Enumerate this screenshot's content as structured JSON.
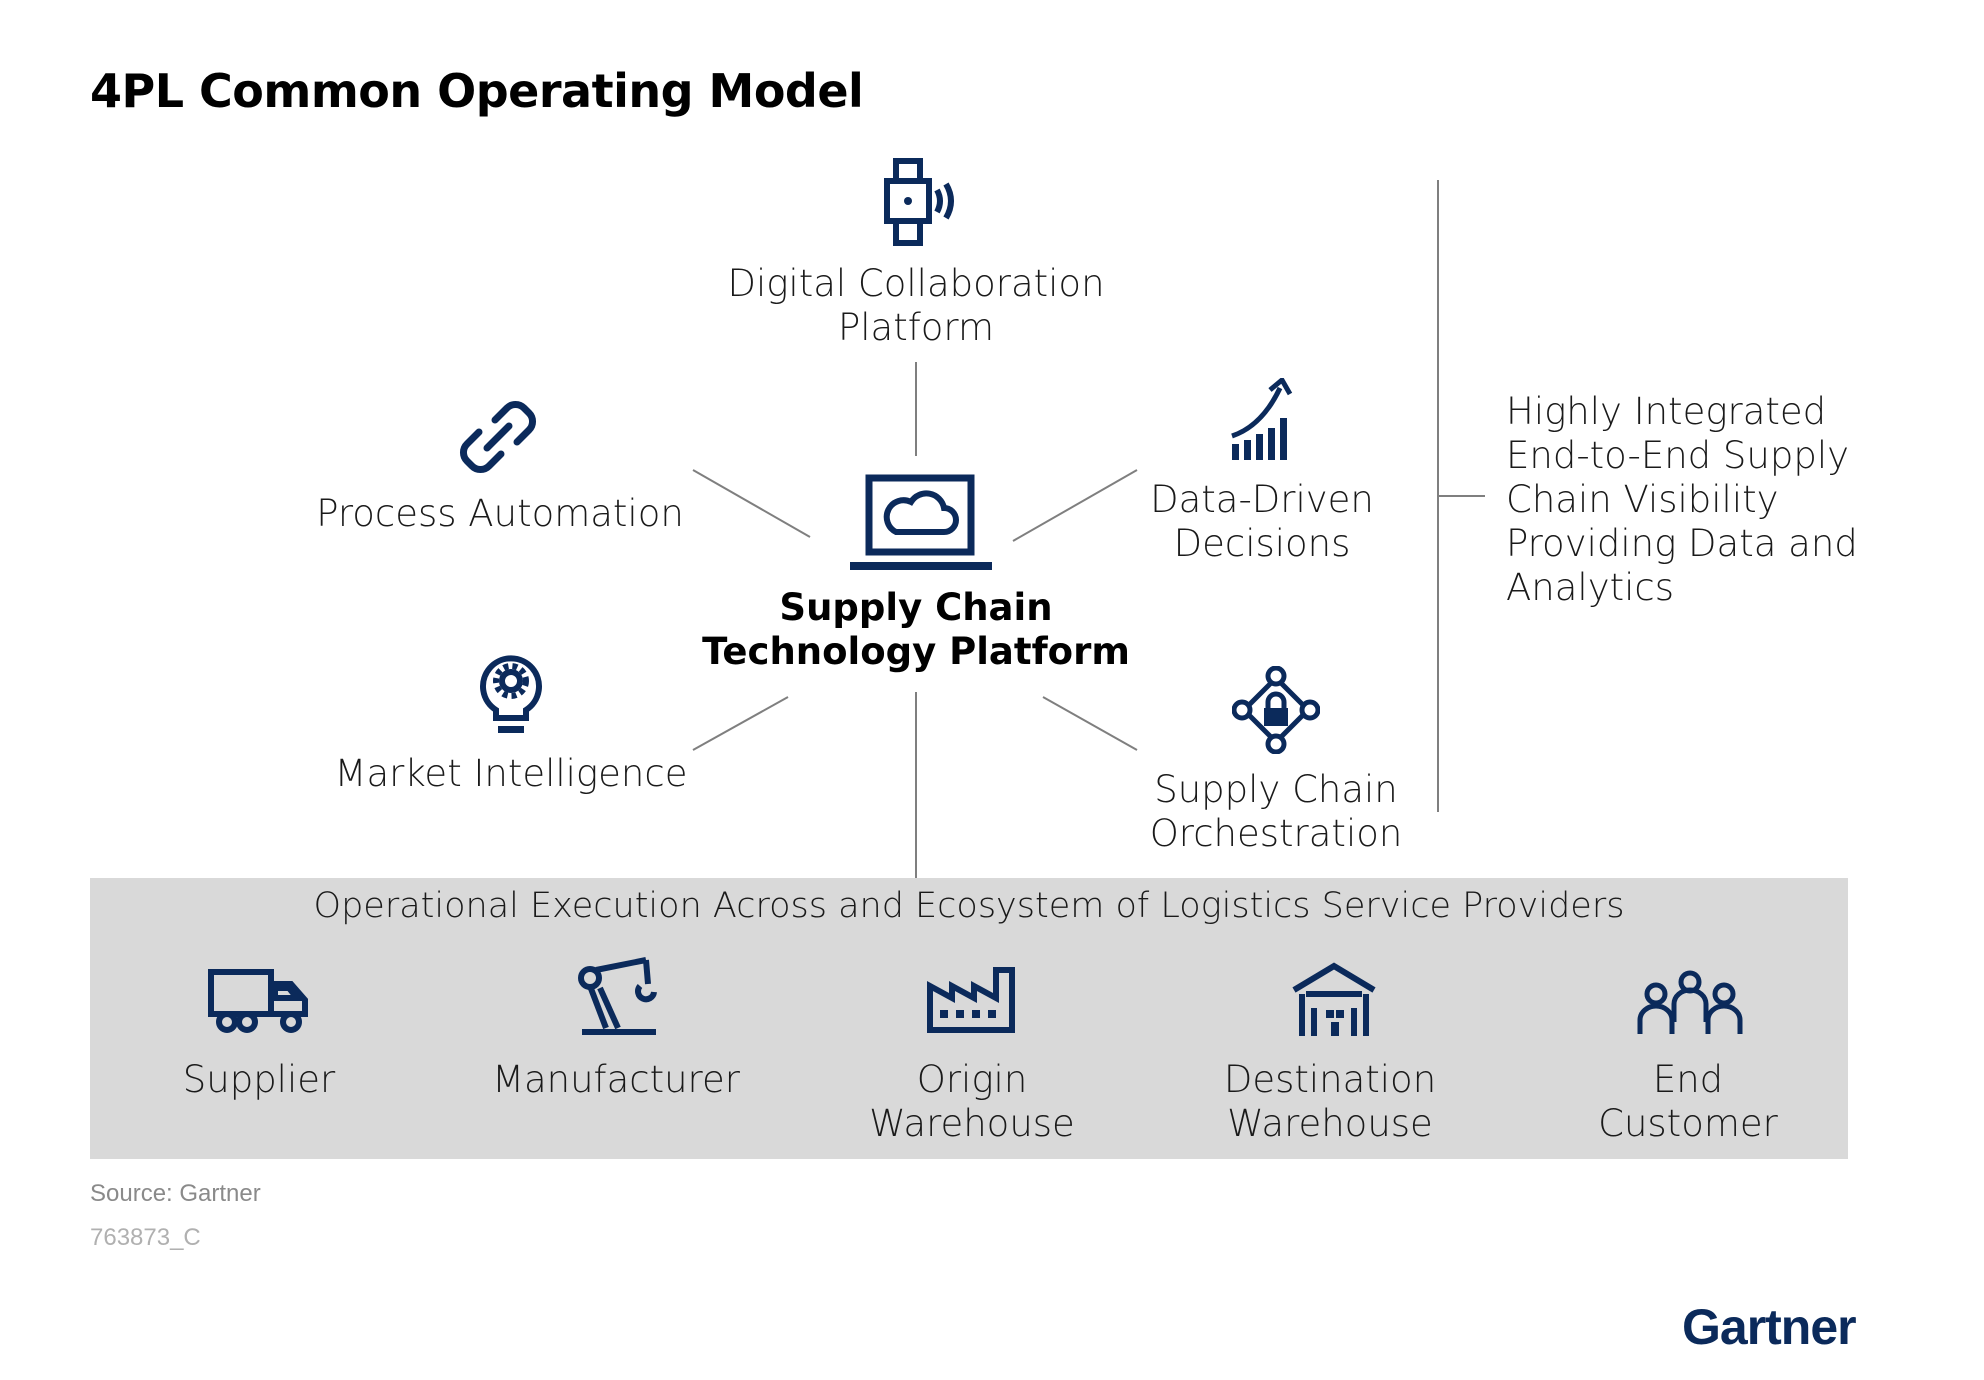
{
  "title": "4PL Common Operating Model",
  "colors": {
    "icon": "#0b2a5b",
    "line": "#7f7f7f",
    "band": "#d9d9d9"
  },
  "center": {
    "line1": "Supply Chain",
    "line2": "Technology Platform",
    "icon": "laptop-cloud-icon"
  },
  "nodes": {
    "digital": {
      "line1": "Digital Collaboration",
      "line2": "Platform",
      "icon": "smartwatch-icon"
    },
    "process": {
      "line1": "Process Automation",
      "icon": "link-icon"
    },
    "data": {
      "line1": "Data-Driven",
      "line2": "Decisions",
      "icon": "growth-chart-icon"
    },
    "market": {
      "line1": "Market Intelligence",
      "icon": "lightbulb-gear-icon"
    },
    "orchestration": {
      "line1": "Supply Chain",
      "line2": "Orchestration",
      "icon": "network-lock-icon"
    }
  },
  "side": {
    "lines": [
      "Highly Integrated",
      "End-to-End Supply",
      "Chain Visibility",
      "Providing Data and",
      "Analytics"
    ]
  },
  "band": {
    "title": "Operational Execution Across and Ecosystem of Logistics Service Providers",
    "providers": [
      {
        "line1": "Supplier",
        "line2": "",
        "icon": "truck-icon"
      },
      {
        "line1": "Manufacturer",
        "line2": "",
        "icon": "robot-arm-icon"
      },
      {
        "line1": "Origin",
        "line2": "Warehouse",
        "icon": "factory-icon"
      },
      {
        "line1": "Destination",
        "line2": "Warehouse",
        "icon": "warehouse-icon"
      },
      {
        "line1": "End",
        "line2": "Customer",
        "icon": "people-icon"
      }
    ]
  },
  "footer": {
    "source": "Source: Gartner",
    "code": "763873_C",
    "brand": "Gartner"
  }
}
